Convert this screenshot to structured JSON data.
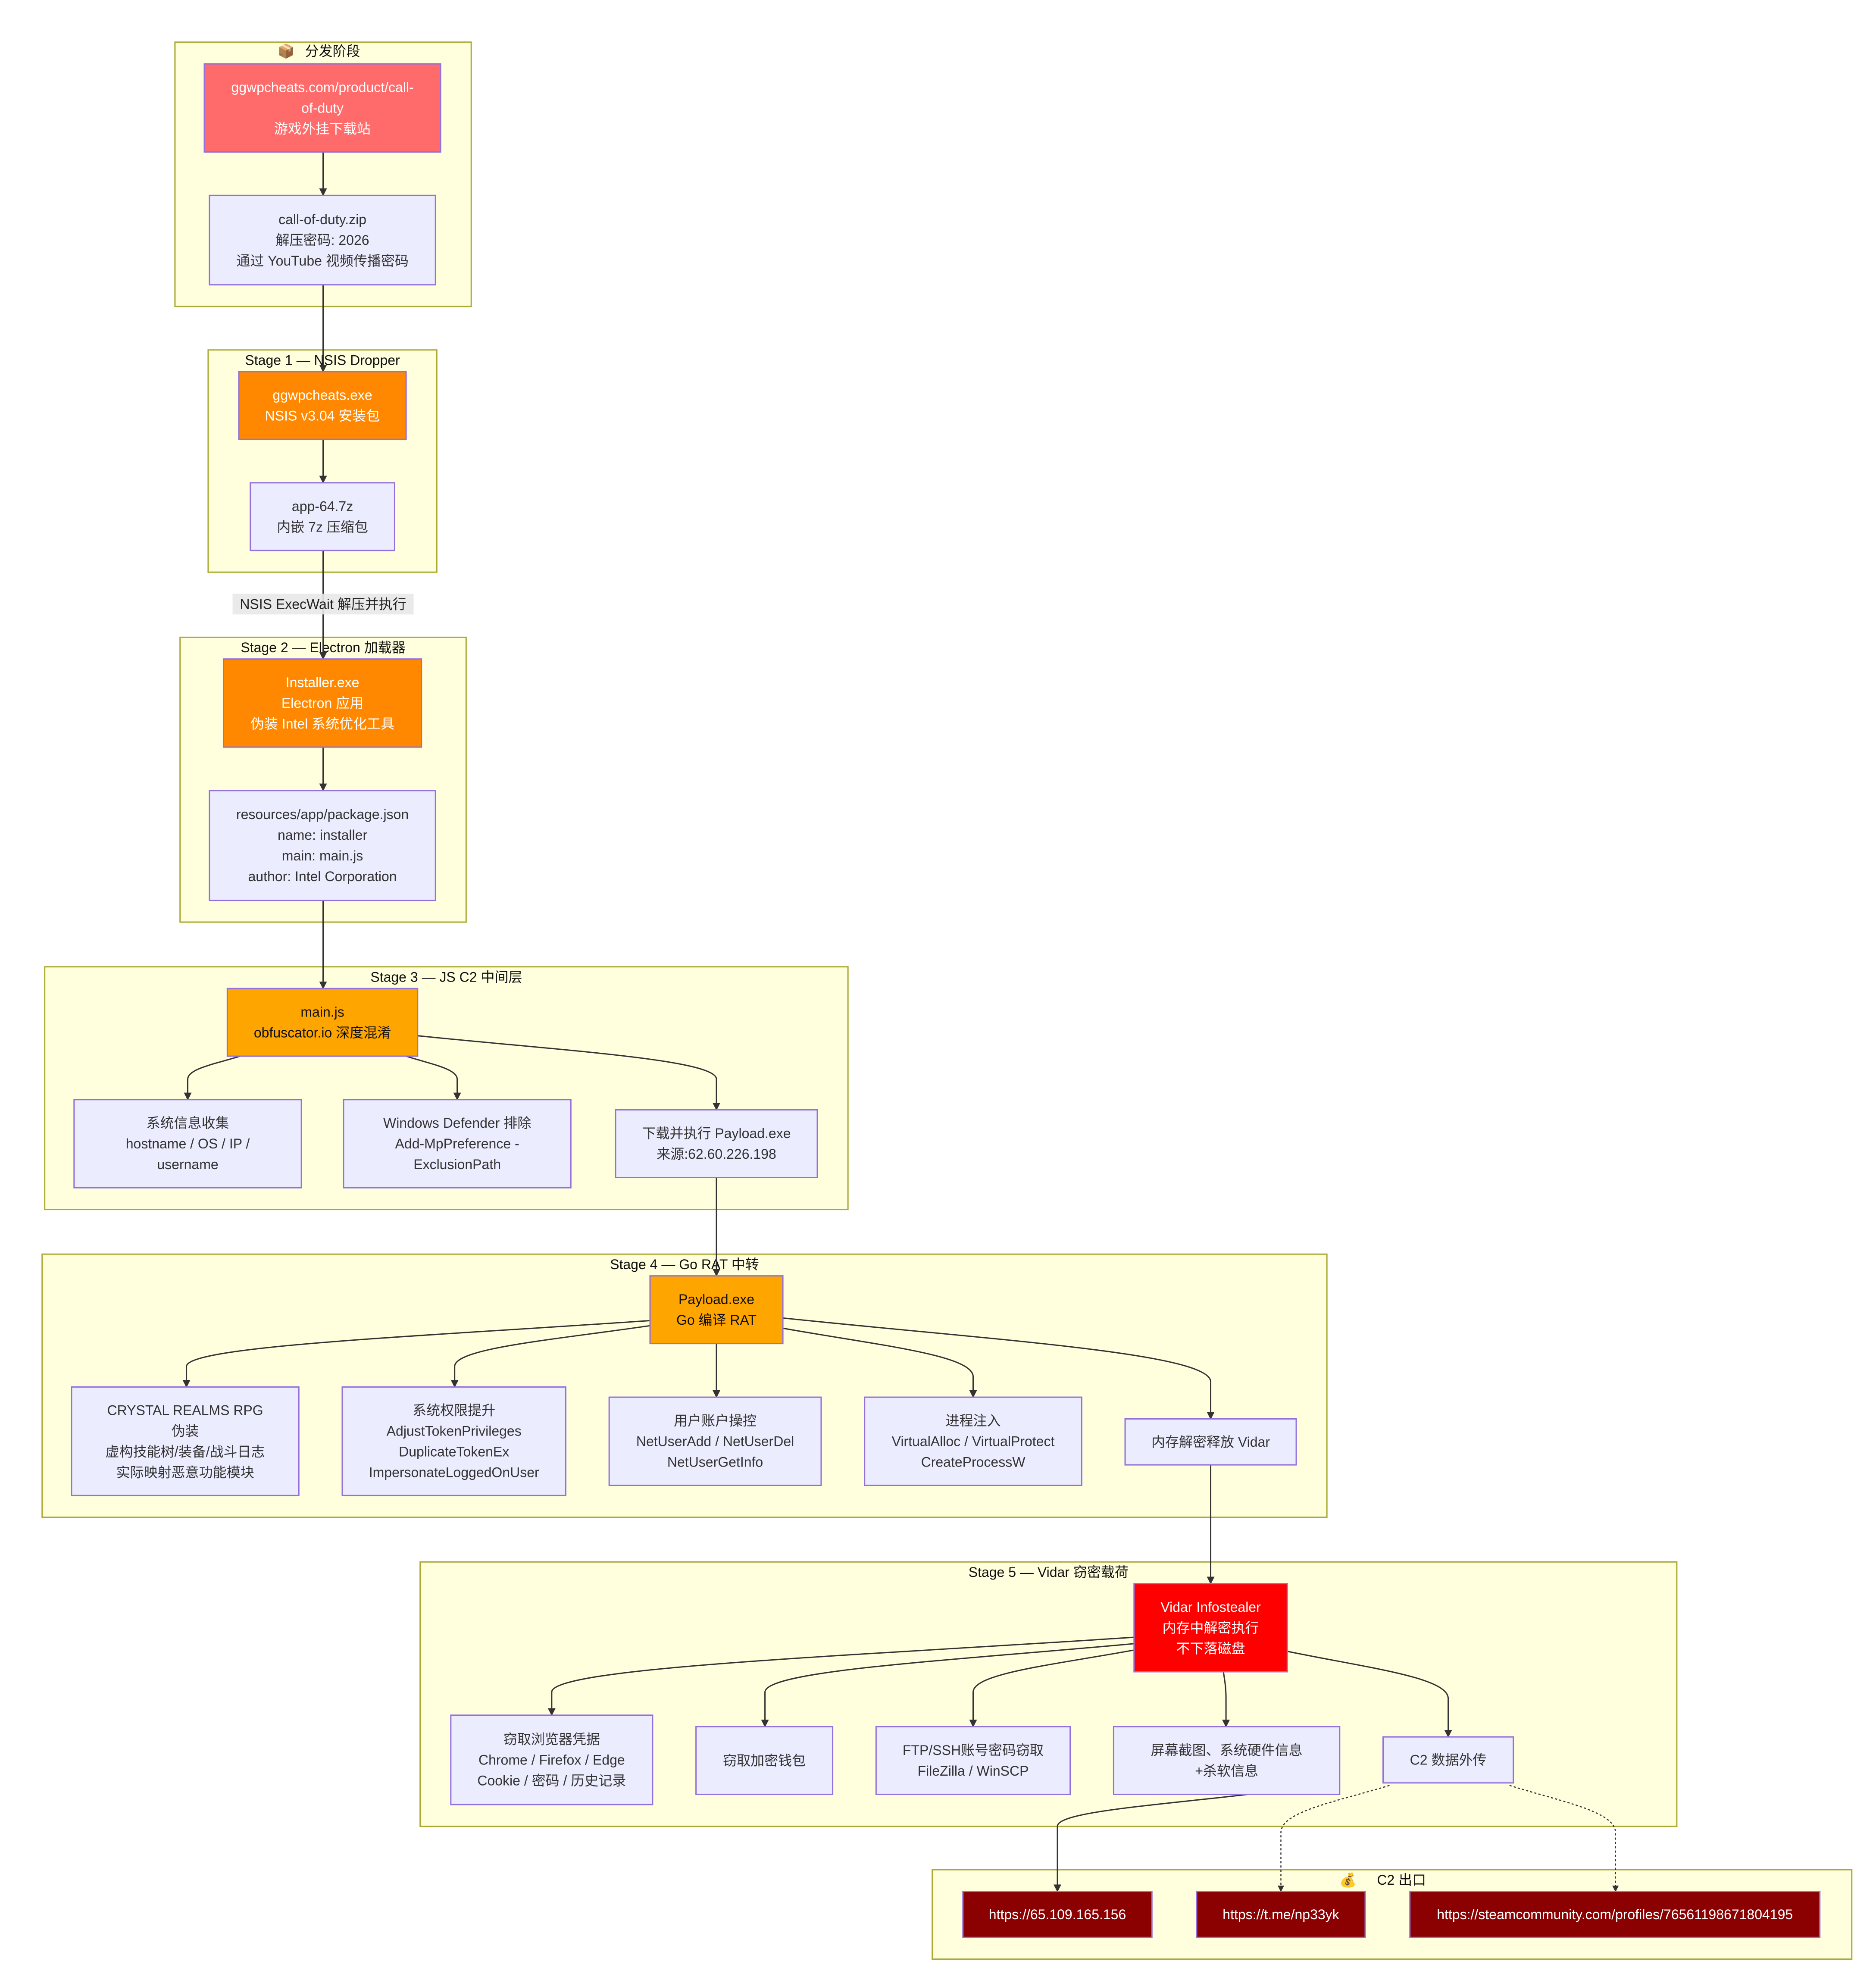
{
  "colors": {
    "cluster_fill": "#ffffde",
    "cluster_border": "#aaaa33",
    "default_fill": "#ececff",
    "default_border": "#9370db",
    "distribution_fill": "#ff6b6b",
    "dropper_fill": "#ff8800",
    "js_payload_fill": "#ffa500",
    "stealer_fill": "#ff0000",
    "c2_fill": "#8b0000",
    "edge": "#333333"
  },
  "clusters": [
    {
      "id": "distribution",
      "icon": "package-icon",
      "icon_glyph": "📦",
      "title": "分发阶段"
    },
    {
      "id": "stage1",
      "title": "Stage 1 — NSIS Dropper"
    },
    {
      "id": "stage2",
      "title": "Stage 2 — Electron 加载器"
    },
    {
      "id": "stage3",
      "title": "Stage 3 — JS C2 中间层"
    },
    {
      "id": "stage4",
      "title": "Stage 4 — Go RAT 中转"
    },
    {
      "id": "stage5",
      "title": "Stage 5 — Vidar 窃密载荷"
    },
    {
      "id": "c2",
      "icon": "money-bag-icon",
      "icon_glyph": "💰",
      "title": "C2 出口"
    }
  ],
  "nodes": [
    {
      "id": "site",
      "style": "distribution",
      "lines": [
        "ggwpcheats.com/product/call-",
        "of-duty",
        "游戏外挂下载站"
      ]
    },
    {
      "id": "zip",
      "style": "default",
      "lines": [
        "call-of-duty.zip",
        "解压密码: 2026",
        "通过 YouTube 视频传播密码"
      ]
    },
    {
      "id": "nsis",
      "style": "dropper",
      "lines": [
        "ggwpcheats.exe",
        "NSIS v3.04 安装包"
      ]
    },
    {
      "id": "app7z",
      "style": "default",
      "lines": [
        "app-64.7z",
        "内嵌 7z 压缩包"
      ]
    },
    {
      "id": "installer",
      "style": "dropper",
      "lines": [
        "Installer.exe",
        "Electron 应用",
        "伪装 Intel 系统优化工具"
      ]
    },
    {
      "id": "pkgjson",
      "style": "default",
      "lines": [
        "resources/app/package.json",
        "name: installer",
        "main: main.js",
        "author: Intel Corporation"
      ]
    },
    {
      "id": "mainjs",
      "style": "js_payload",
      "lines": [
        "main.js",
        "obfuscator.io 深度混淆"
      ]
    },
    {
      "id": "sysinfo",
      "style": "default",
      "lines": [
        "系统信息收集",
        "hostname / OS / IP /",
        "username"
      ]
    },
    {
      "id": "defender",
      "style": "default",
      "lines": [
        "Windows Defender 排除",
        "Add-MpPreference -",
        "ExclusionPath"
      ]
    },
    {
      "id": "download",
      "style": "default",
      "lines": [
        "下载并执行 Payload.exe",
        "来源:62.60.226.198"
      ]
    },
    {
      "id": "payload",
      "style": "js_payload",
      "lines": [
        "Payload.exe",
        "Go 编译 RAT"
      ]
    },
    {
      "id": "crystal",
      "style": "default",
      "lines": [
        "CRYSTAL REALMS RPG",
        "伪装",
        "虚构技能树/装备/战斗日志",
        "实际映射恶意功能模块"
      ]
    },
    {
      "id": "privesc",
      "style": "default",
      "lines": [
        "系统权限提升",
        "AdjustTokenPrivileges",
        "DuplicateTokenEx",
        "ImpersonateLoggedOnUser"
      ]
    },
    {
      "id": "useracct",
      "style": "default",
      "lines": [
        "用户账户操控",
        "NetUserAdd / NetUserDel",
        "NetUserGetInfo"
      ]
    },
    {
      "id": "inject",
      "style": "default",
      "lines": [
        "进程注入",
        "VirtualAlloc / VirtualProtect",
        "CreateProcessW"
      ]
    },
    {
      "id": "memdecrypt",
      "style": "default",
      "lines": [
        "内存解密释放 Vidar"
      ]
    },
    {
      "id": "vidar",
      "style": "stealer",
      "lines": [
        "Vidar Infostealer",
        "内存中解密执行",
        "不下落磁盘"
      ]
    },
    {
      "id": "browser",
      "style": "default",
      "lines": [
        "窃取浏览器凭据",
        "Chrome / Firefox / Edge",
        "Cookie / 密码 / 历史记录"
      ]
    },
    {
      "id": "wallet",
      "style": "default",
      "lines": [
        "窃取加密钱包"
      ]
    },
    {
      "id": "ftp",
      "style": "default",
      "lines": [
        "FTP/SSH账号密码窃取",
        "FileZilla / WinSCP"
      ]
    },
    {
      "id": "screenshot",
      "style": "default",
      "lines": [
        "屏幕截图、系统硬件信息",
        "+杀软信息"
      ]
    },
    {
      "id": "exfil",
      "style": "default",
      "lines": [
        "C2 数据外传"
      ]
    },
    {
      "id": "c2ip",
      "style": "c2",
      "lines": [
        "https://65.109.165.156"
      ]
    },
    {
      "id": "c2tg",
      "style": "c2",
      "lines": [
        "https://t.me/np33yk"
      ]
    },
    {
      "id": "c2steam",
      "style": "c2",
      "lines": [
        "https://steamcommunity.com/profiles/76561198671804195"
      ]
    }
  ],
  "edges": [
    {
      "from": "site",
      "to": "zip"
    },
    {
      "from": "zip",
      "to": "nsis"
    },
    {
      "from": "nsis",
      "to": "app7z"
    },
    {
      "from": "app7z",
      "to": "installer",
      "label": "NSIS ExecWait 解压并执行"
    },
    {
      "from": "installer",
      "to": "pkgjson"
    },
    {
      "from": "pkgjson",
      "to": "mainjs"
    },
    {
      "from": "mainjs",
      "to": "sysinfo"
    },
    {
      "from": "mainjs",
      "to": "defender"
    },
    {
      "from": "mainjs",
      "to": "download"
    },
    {
      "from": "download",
      "to": "payload"
    },
    {
      "from": "payload",
      "to": "crystal"
    },
    {
      "from": "payload",
      "to": "privesc"
    },
    {
      "from": "payload",
      "to": "useracct"
    },
    {
      "from": "payload",
      "to": "inject"
    },
    {
      "from": "payload",
      "to": "memdecrypt"
    },
    {
      "from": "memdecrypt",
      "to": "vidar"
    },
    {
      "from": "vidar",
      "to": "browser"
    },
    {
      "from": "vidar",
      "to": "wallet"
    },
    {
      "from": "vidar",
      "to": "ftp"
    },
    {
      "from": "vidar",
      "to": "screenshot"
    },
    {
      "from": "vidar",
      "to": "exfil"
    },
    {
      "from": "exfil",
      "to": "c2ip"
    },
    {
      "from": "exfil",
      "to": "c2tg",
      "style": "dotted"
    },
    {
      "from": "exfil",
      "to": "c2steam",
      "style": "dotted"
    }
  ]
}
